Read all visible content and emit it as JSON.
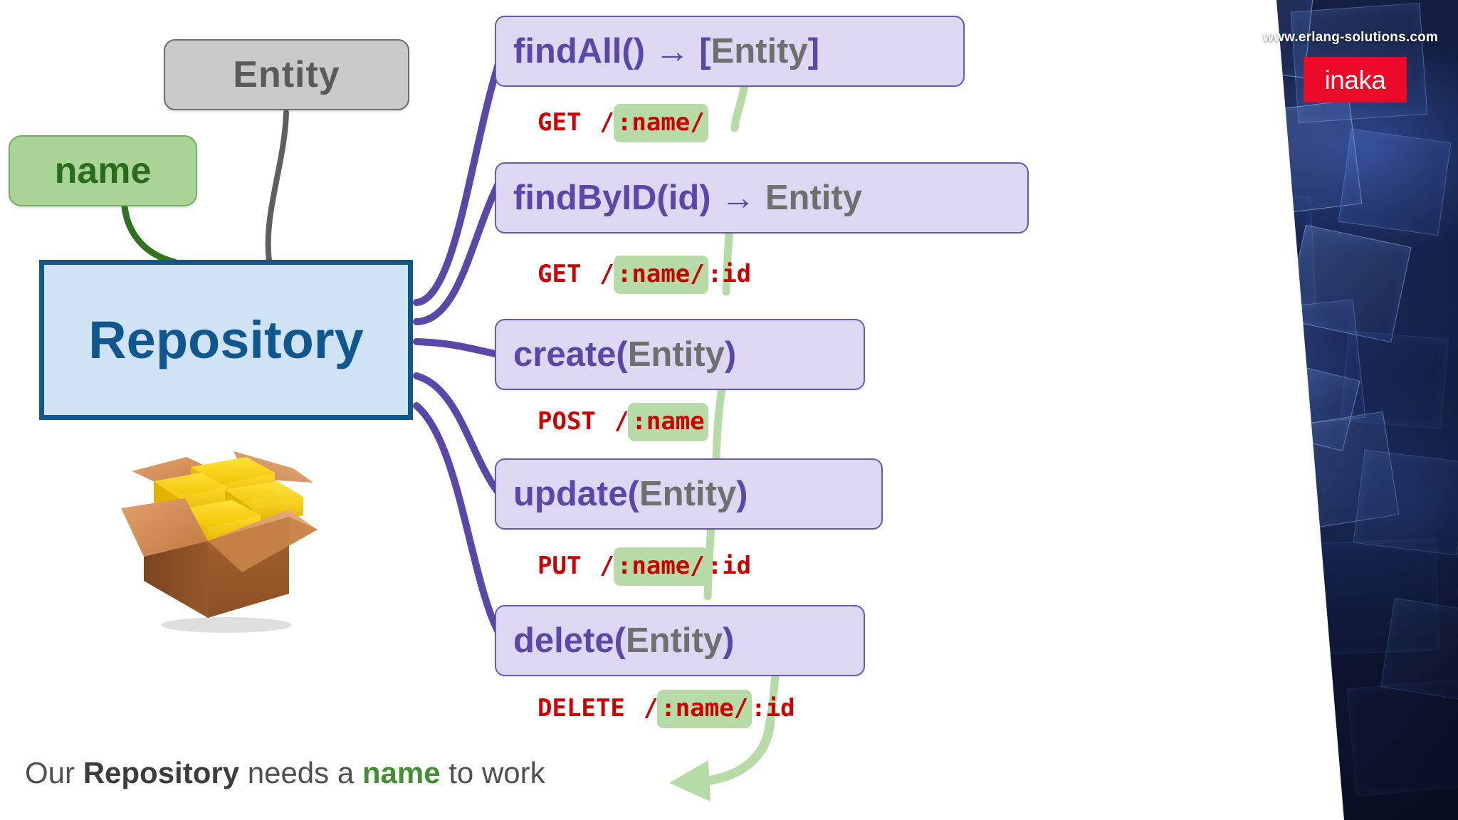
{
  "meta": {
    "title": "Repository mind map — REST routes",
    "colors": {
      "repo_fill": "#cfe3f5",
      "repo_border": "#11578f",
      "method_fill": "#ddd7f1",
      "method_border": "#6a5aac",
      "method_text": "#5b47a8",
      "entity_fill": "#c9c9c9",
      "entity_text": "#5a5a5a",
      "name_fill": "#a8d595",
      "name_text": "#2b6b1e",
      "verb_text": "#cc0000",
      "highlight_fill": "#b7dba6",
      "brand_red": "#ec0928",
      "panel_blue": "#16234c"
    }
  },
  "branding": {
    "url": "www.erlang-solutions.com",
    "logo_text": "inaka"
  },
  "nodes": {
    "entity": "Entity",
    "name": "name",
    "repository": "Repository"
  },
  "methods": [
    {
      "name": "findAll()",
      "arrow": "→",
      "returns": "[Entity]",
      "returns_open": "[",
      "returns_close": "]",
      "returns_core": "Entity"
    },
    {
      "name": "findByID(id)",
      "arrow": "→",
      "returns": "Entity",
      "returns_open": "",
      "returns_close": "",
      "returns_core": "Entity"
    },
    {
      "name": "create",
      "arg_open": "(",
      "arg": "Entity",
      "arg_close": ")"
    },
    {
      "name": "update",
      "arg_open": "(",
      "arg": "Entity",
      "arg_close": ")"
    },
    {
      "name": "delete",
      "arg_open": "(",
      "arg": "Entity",
      "arg_close": ")"
    }
  ],
  "routes": [
    {
      "verb": "GET",
      "prefix": "/",
      "param": ":name/",
      "suffix": ""
    },
    {
      "verb": "GET",
      "prefix": "/",
      "param": ":name/",
      "suffix": ":id"
    },
    {
      "verb": "POST",
      "prefix": "/",
      "param": ":name",
      "suffix": ""
    },
    {
      "verb": "PUT",
      "prefix": "/",
      "param": ":name/",
      "suffix": ":id"
    },
    {
      "verb": "DELETE",
      "prefix": "/",
      "param": ":name/",
      "suffix": ":id"
    }
  ],
  "caption": {
    "pre": "Our ",
    "bold": "Repository",
    "mid": " needs a ",
    "green": "name",
    "post": " to work"
  },
  "icons": {
    "box": "open-cardboard-box-icon",
    "arrow_connector": "green-curved-arrow-icon"
  }
}
